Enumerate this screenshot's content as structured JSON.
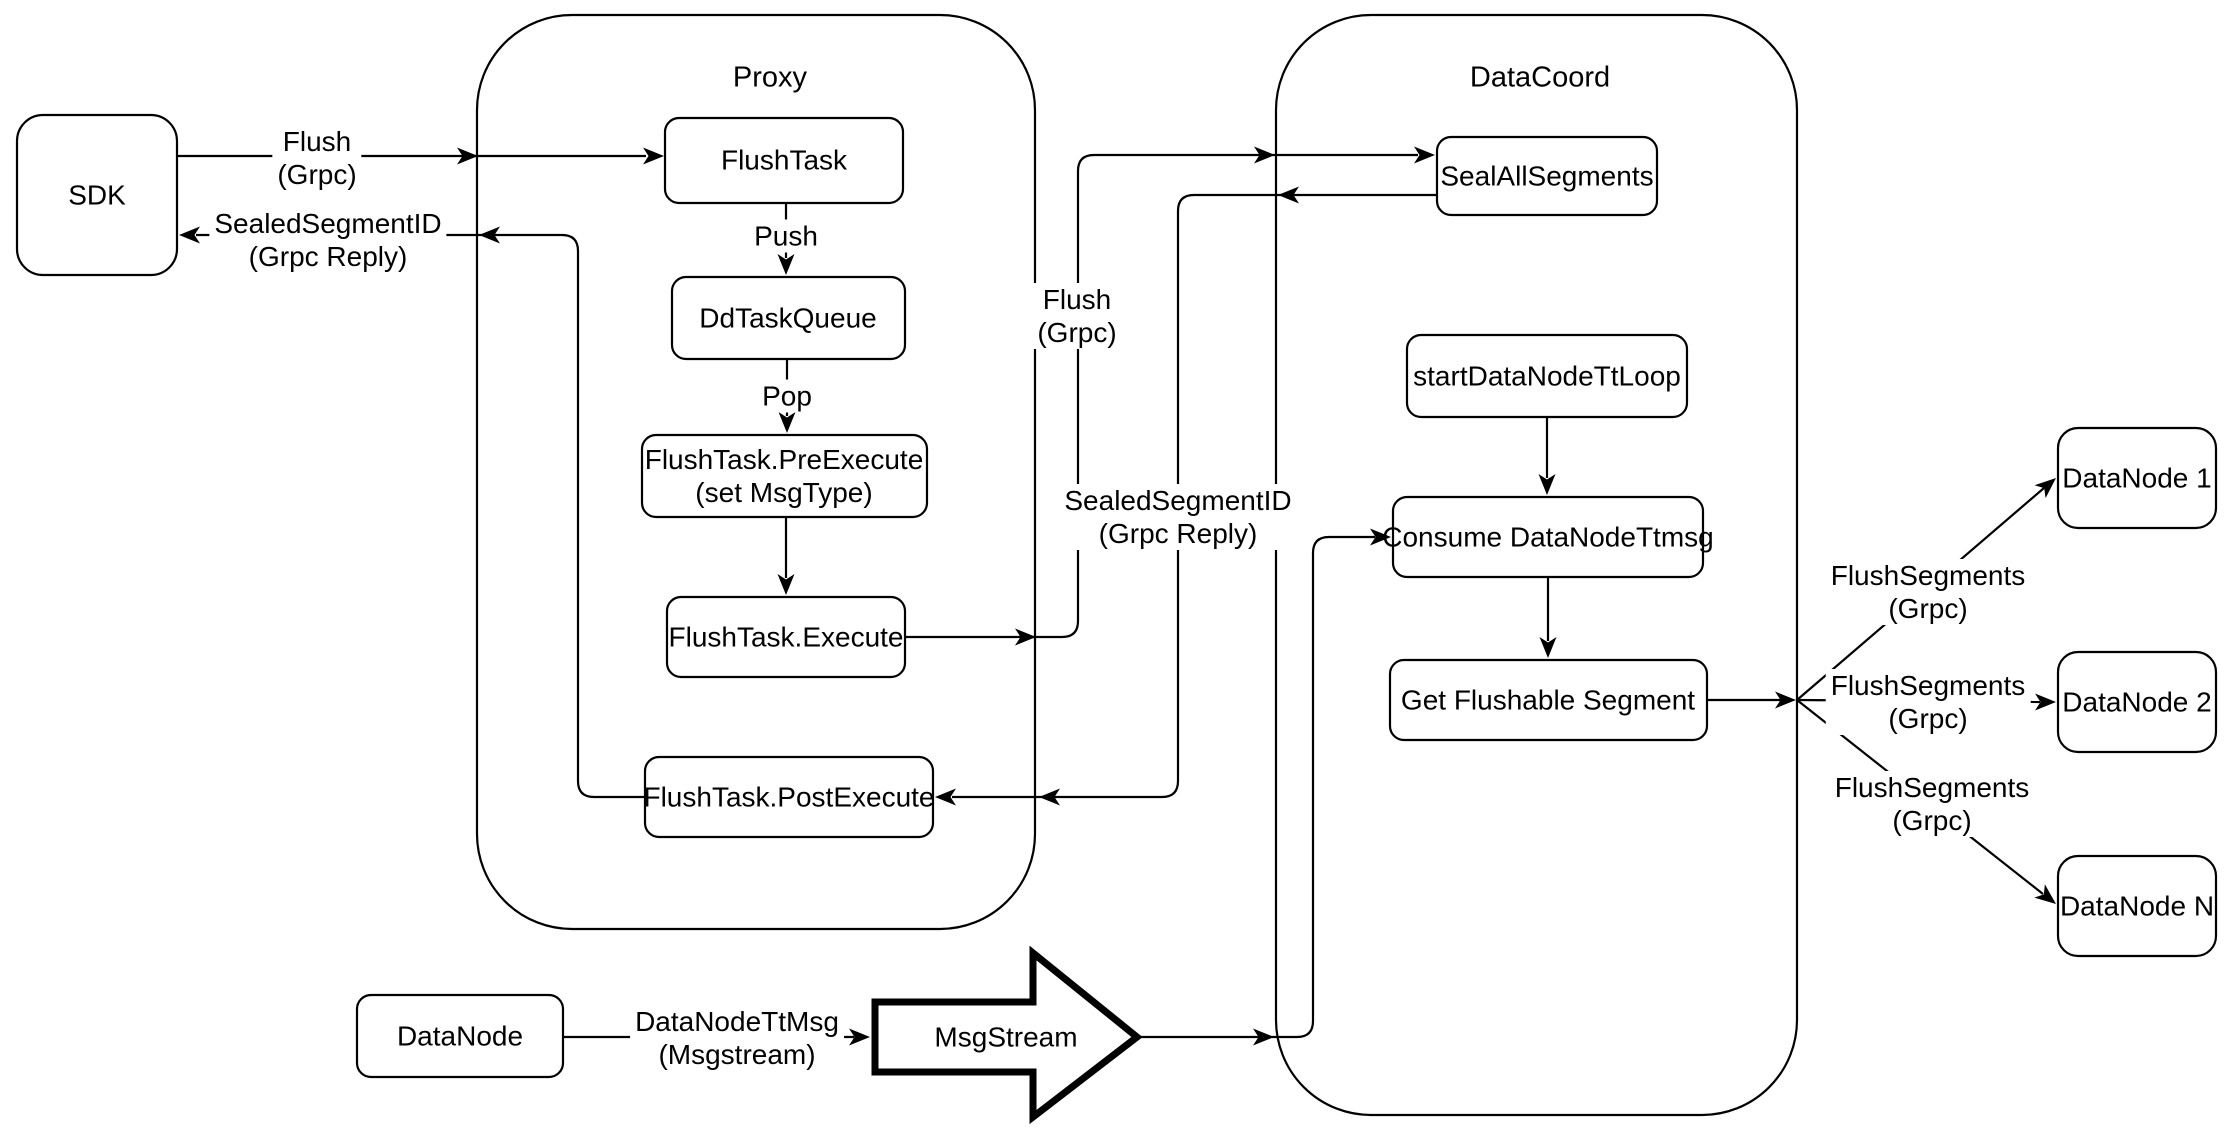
{
  "canvas": {
    "background": "#ffffff",
    "stroke_color": "#000000",
    "fill_color": "#ffffff"
  },
  "containers": {
    "proxy": {
      "label": "Proxy"
    },
    "datacoord": {
      "label": "DataCoord"
    }
  },
  "nodes": {
    "sdk": {
      "label": "SDK"
    },
    "flush_task": {
      "label": "FlushTask"
    },
    "dd_task_queue": {
      "label": "DdTaskQueue"
    },
    "pre_execute": {
      "label": "FlushTask.PreExecute",
      "sublabel": "(set MsgType)"
    },
    "execute": {
      "label": "FlushTask.Execute"
    },
    "post_execute": {
      "label": "FlushTask.PostExecute"
    },
    "seal_all_segments": {
      "label": "SealAllSegments"
    },
    "start_data_node_tt_loop": {
      "label": "startDataNodeTtLoop"
    },
    "consume_data_node_ttmsg": {
      "label": "Consume DataNodeTtmsg"
    },
    "get_flushable_segment": {
      "label": "Get Flushable Segment"
    },
    "data_node_1": {
      "label": "DataNode 1"
    },
    "data_node_2": {
      "label": "DataNode 2"
    },
    "data_node_n": {
      "label": "DataNode N"
    },
    "data_node": {
      "label": "DataNode"
    },
    "msg_stream": {
      "label": "MsgStream"
    }
  },
  "edge_labels": {
    "flush_grpc_sdk": {
      "line1": "Flush",
      "line2": "(Grpc)"
    },
    "sealed_segment_id_sdk": {
      "line1": "SealedSegmentID",
      "line2": "(Grpc Reply)"
    },
    "push": {
      "line1": "Push"
    },
    "pop": {
      "line1": "Pop"
    },
    "flush_grpc_mid": {
      "line1": "Flush",
      "line2": "(Grpc)"
    },
    "sealed_segment_id_mid": {
      "line1": "SealedSegmentID",
      "line2": "(Grpc Reply)"
    },
    "data_node_tt_msg": {
      "line1": "DataNodeTtMsg",
      "line2": "(Msgstream)"
    },
    "flush_segments_1": {
      "line1": "FlushSegments",
      "line2": "(Grpc)"
    },
    "flush_segments_2": {
      "line1": "FlushSegments",
      "line2": "(Grpc)"
    },
    "flush_segments_3": {
      "line1": "FlushSegments",
      "line2": "(Grpc)"
    }
  }
}
